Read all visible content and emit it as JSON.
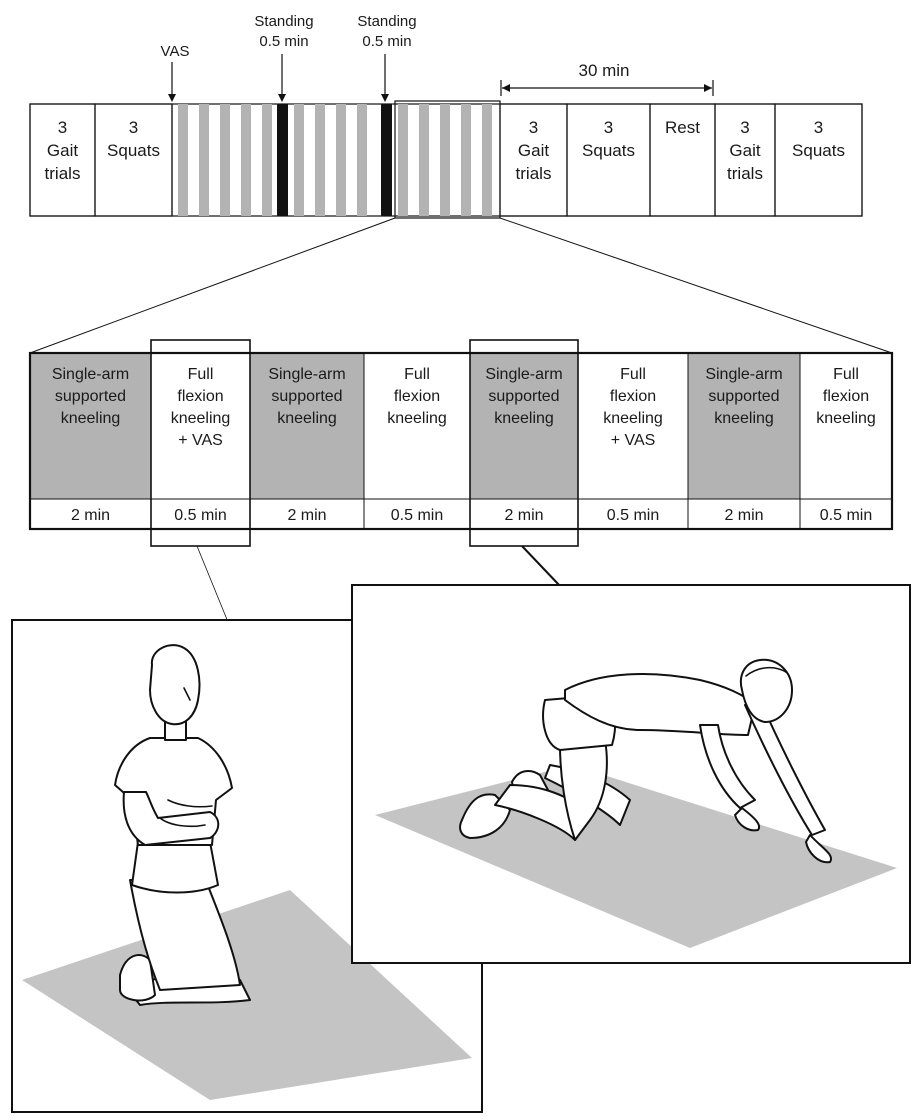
{
  "annotations": {
    "vas": "VAS",
    "standing_1": [
      "Standing",
      "0.5 min"
    ],
    "standing_2": [
      "Standing",
      "0.5 min"
    ],
    "duration": "30 min"
  },
  "timeline": {
    "blocks": [
      {
        "lines": [
          "3",
          "Gait",
          "trials"
        ]
      },
      {
        "lines": [
          "3",
          "Squats"
        ]
      },
      {
        "lines": [
          "3",
          "Gait",
          "trials"
        ]
      },
      {
        "lines": [
          "3",
          "Squats"
        ]
      },
      {
        "lines": [
          "Rest"
        ]
      },
      {
        "lines": [
          "3",
          "Gait",
          "trials"
        ]
      },
      {
        "lines": [
          "3",
          "Squats"
        ]
      }
    ]
  },
  "detail": {
    "cells": [
      {
        "lines": [
          "Single-arm",
          "supported",
          "kneeling"
        ],
        "duration": "2 min",
        "shaded": true
      },
      {
        "lines": [
          "Full",
          "flexion",
          "kneeling",
          "+ VAS"
        ],
        "duration": "0.5 min",
        "shaded": false
      },
      {
        "lines": [
          "Single-arm",
          "supported",
          "kneeling"
        ],
        "duration": "2 min",
        "shaded": true
      },
      {
        "lines": [
          "Full",
          "flexion",
          "kneeling"
        ],
        "duration": "0.5 min",
        "shaded": false
      },
      {
        "lines": [
          "Single-arm",
          "supported",
          "kneeling"
        ],
        "duration": "2 min",
        "shaded": true
      },
      {
        "lines": [
          "Full",
          "flexion",
          "kneeling",
          "+ VAS"
        ],
        "duration": "0.5 min",
        "shaded": false
      },
      {
        "lines": [
          "Single-arm",
          "supported",
          "kneeling"
        ],
        "duration": "2 min",
        "shaded": true
      },
      {
        "lines": [
          "Full",
          "flexion",
          "kneeling"
        ],
        "duration": "0.5 min",
        "shaded": false
      }
    ]
  },
  "colors": {
    "shade": "#b3b3b3",
    "mat": "#c4c4c4",
    "line": "#111111"
  }
}
